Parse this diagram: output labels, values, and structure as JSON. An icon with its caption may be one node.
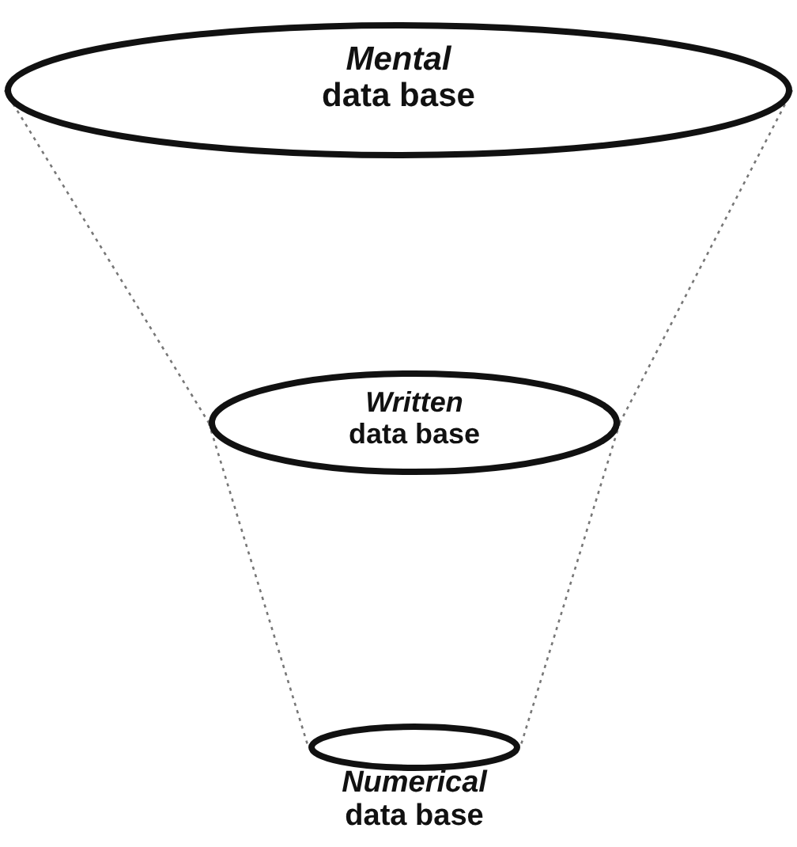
{
  "diagram": {
    "nodes": [
      {
        "text": [
          "*Mental* data base"
        ]
      },
      {
        "text": [
          "*Written* data base"
        ]
      },
      {
        "text": [
          "*Numerical* data base"
        ]
      }
    ],
    "edges": [
      {
        "from": 0,
        "to": 1,
        "arrow": "none",
        "style": "dashed"
      },
      {
        "from": 0,
        "to": 1,
        "arrow": "none",
        "style": "dashed"
      },
      {
        "from": 1,
        "to": 2,
        "arrow": "none",
        "style": "dashed"
      },
      {
        "from": 1,
        "to": 2,
        "arrow": "none",
        "style": "dashed"
      }
    ]
  }
}
